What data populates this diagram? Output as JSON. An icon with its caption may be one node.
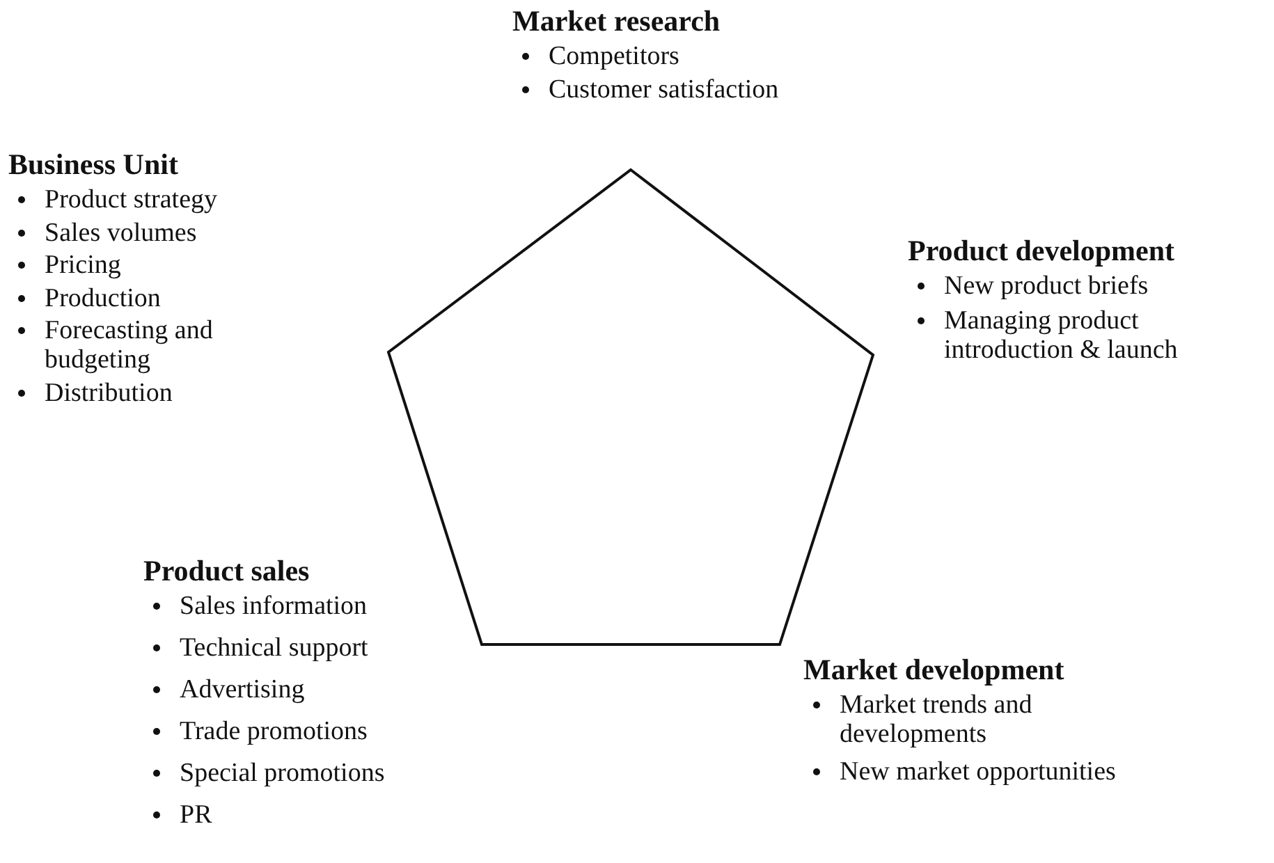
{
  "diagram": {
    "nodes": [
      {
        "text": [],
        "shape": "pentagon"
      }
    ],
    "labels": [
      "Market research",
      "Competitors",
      "Customer satisfaction",
      "Business Unit",
      "Product strategy",
      "Sales volumes",
      "Pricing",
      "Production",
      "Forecasting and budgeting",
      "Distribution",
      "Product development",
      "New product briefs",
      "Managing product introduction & launch",
      "Product sales",
      "Sales information",
      "Technical support",
      "Advertising",
      "Trade promotions",
      "Special promotions",
      "PR",
      "Market development",
      "Market trends and developments",
      "New market opportunities"
    ]
  }
}
